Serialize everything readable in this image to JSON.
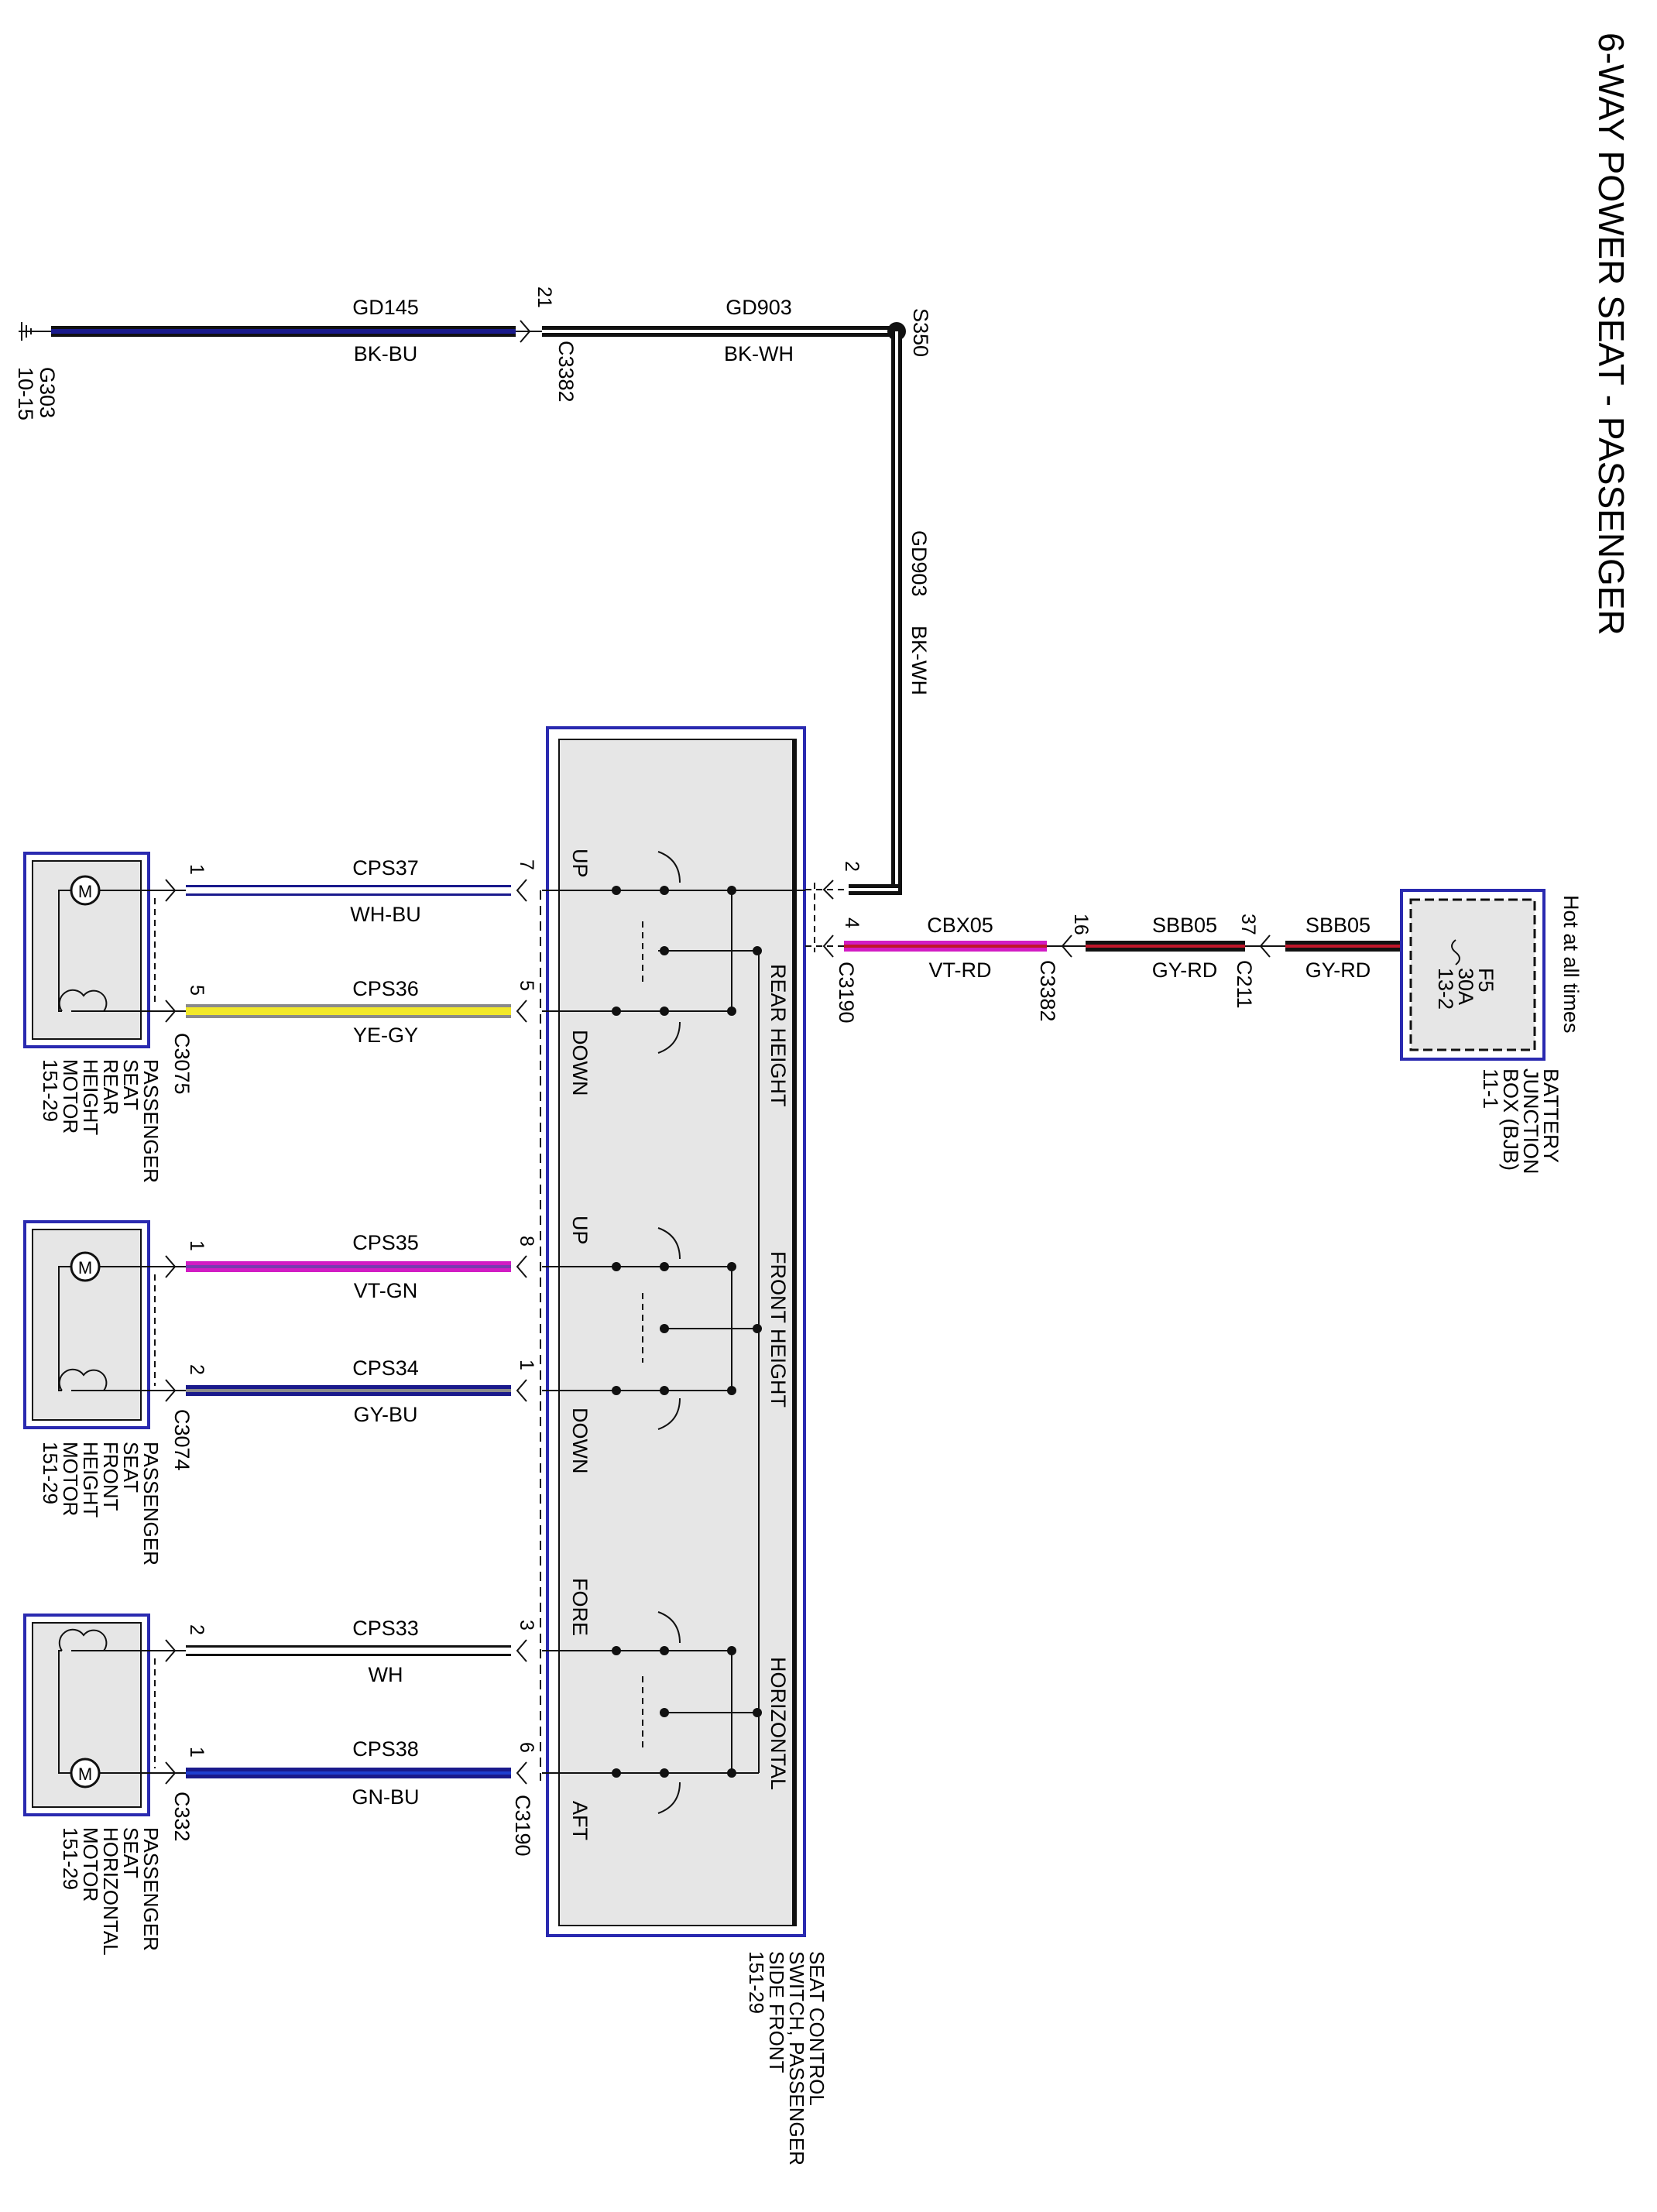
{
  "title": "6-WAY POWER SEAT - PASSENGER",
  "ground": {
    "id": "G303",
    "ref": "10-15"
  },
  "splice": "S350",
  "power": {
    "note": "Hot at all times",
    "fuse": {
      "id": "F5",
      "rating": "30A",
      "ref": "13-2"
    },
    "box": {
      "line1": "BATTERY",
      "line2": "JUNCTION",
      "line3": "BOX (BJB)",
      "line4": "11-1"
    }
  },
  "switch": {
    "line1": "SEAT CONTROL",
    "line2": "SWITCH, PASSENGER",
    "line3": "SIDE FRONT",
    "line4": "151-29",
    "sections": {
      "rear": "REAR HEIGHT",
      "front": "FRONT HEIGHT",
      "horizontal": "HORIZONTAL"
    },
    "directions": {
      "up": "UP",
      "down": "DOWN",
      "fore": "FORE",
      "aft": "AFT"
    }
  },
  "motors": {
    "rear": {
      "line1": "PASSENGER",
      "line2": "SEAT",
      "line3": "REAR",
      "line4": "HEIGHT",
      "line5": "MOTOR",
      "line6": "151-29"
    },
    "front": {
      "line1": "PASSENGER",
      "line2": "SEAT",
      "line3": "FRONT",
      "line4": "HEIGHT",
      "line5": "MOTOR",
      "line6": "151-29"
    },
    "horizontal": {
      "line1": "PASSENGER",
      "line2": "SEAT",
      "line3": "HORIZONTAL",
      "line4": "MOTOR",
      "line5": "151-29"
    }
  },
  "motor_symbol": "M",
  "connectors": {
    "c3382": "C3382",
    "c3190": "C3190",
    "c211": "C211",
    "c3075": "C3075",
    "c3074": "C3074",
    "c332": "C332"
  },
  "pins": {
    "c3382_gd": "21",
    "c3382_cbx": "16",
    "c211": "37",
    "sw_gd": "2",
    "sw_cbx": "4",
    "sw_cps37": "7",
    "sw_cps36": "5",
    "sw_cps35": "8",
    "sw_cps34": "1",
    "sw_cps33": "3",
    "sw_cps38": "6",
    "m_cps37": "1",
    "m_cps36": "5",
    "m_cps35": "1",
    "m_cps34": "2",
    "m_cps33": "2",
    "m_cps38": "1"
  },
  "wires": {
    "gd145": {
      "circuit": "GD145",
      "color": "BK-BU"
    },
    "gd903": {
      "circuit": "GD903",
      "color": "BK-WH"
    },
    "cbx05": {
      "circuit": "CBX05",
      "color": "VT-RD"
    },
    "sbb05a": {
      "circuit": "SBB05",
      "color": "GY-RD"
    },
    "sbb05b": {
      "circuit": "SBB05",
      "color": "GY-RD"
    },
    "cps37": {
      "circuit": "CPS37",
      "color": "WH-BU"
    },
    "cps36": {
      "circuit": "CPS36",
      "color": "YE-GY"
    },
    "cps35": {
      "circuit": "CPS35",
      "color": "VT-GN"
    },
    "cps34": {
      "circuit": "CPS34",
      "color": "GY-BU"
    },
    "cps33": {
      "circuit": "CPS33",
      "color": "WH"
    },
    "cps38": {
      "circuit": "CPS38",
      "color": "GN-BU"
    }
  },
  "colors": {
    "outline": "#2a2ab0",
    "panel": "#e6e6e6",
    "black": "#111111",
    "blue": "#1a1a8c",
    "violet": "#d21cc4",
    "red": "#c0162a",
    "yellow": "#f2e829",
    "gray": "#8a8a8a",
    "white": "#ffffff"
  }
}
